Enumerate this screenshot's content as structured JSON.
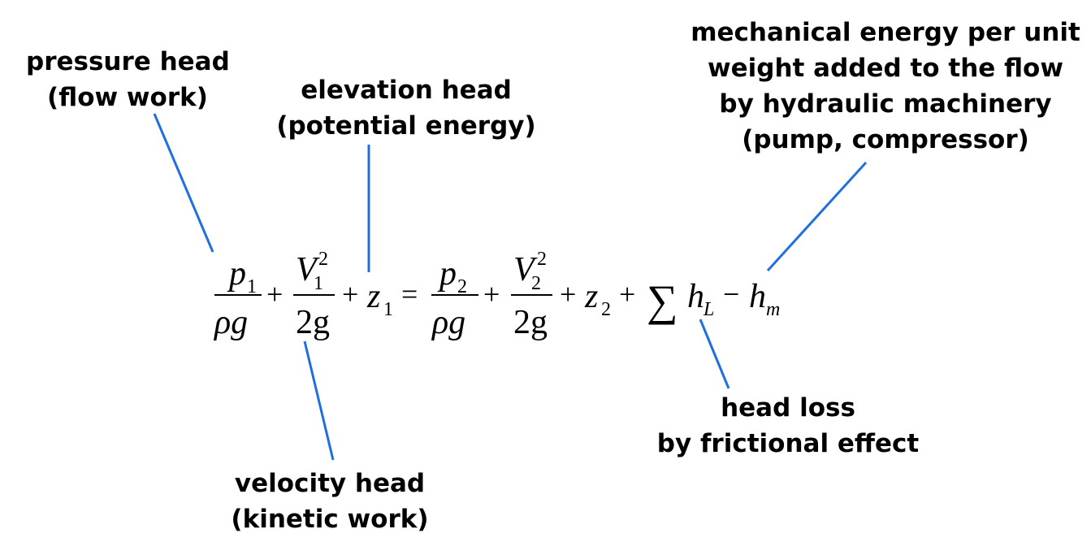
{
  "labels": {
    "pressure_head": {
      "line1": "pressure head",
      "line2": "(flow work)"
    },
    "elevation_head": {
      "line1": "elevation head",
      "line2": "(potential energy)"
    },
    "mechanical_energy": {
      "line1": "mechanical energy per unit",
      "line2": "weight added to the flow",
      "line3": "by hydraulic machinery",
      "line4": "(pump, compressor)"
    },
    "velocity_head": {
      "line1": "velocity head",
      "line2": "(kinetic work)"
    },
    "head_loss": {
      "line1": "head loss",
      "line2": "by frictional effect"
    }
  },
  "equation": {
    "p": "p",
    "one": "1",
    "two": "2",
    "rho_g": "ρg",
    "V": "V",
    "sq": "2",
    "two_g": "2g",
    "plus": "+",
    "z": "z",
    "equals": "=",
    "sigma": "∑",
    "h": "h",
    "L": "L",
    "minus": "−",
    "m": "m"
  },
  "colors": {
    "leader": "#1f6fe0",
    "text": "#000000",
    "background": "#ffffff"
  }
}
